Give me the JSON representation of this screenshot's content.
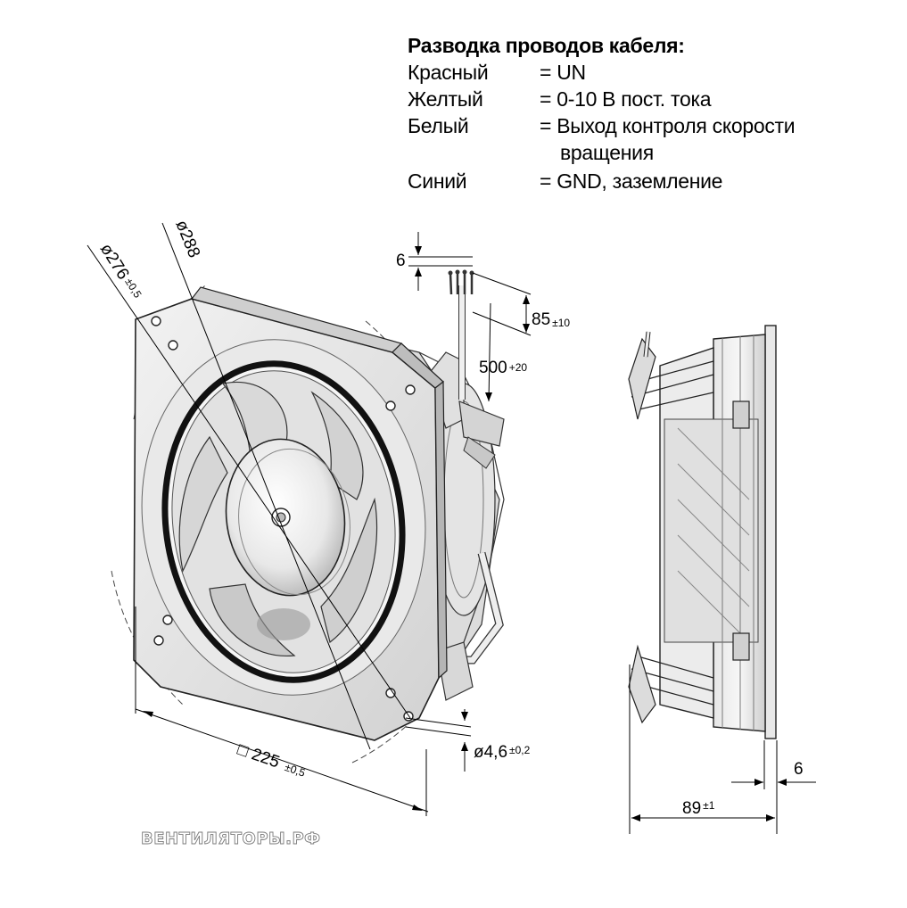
{
  "legend": {
    "title": "Разводка проводов кабеля:",
    "rows": [
      {
        "color": "Красный",
        "meaning": "= UN"
      },
      {
        "color": "Желтый",
        "meaning": "= 0-10 В пост. тока"
      },
      {
        "color": "Белый",
        "meaning": "= Выход контроля скорости",
        "continuation": "вращения"
      },
      {
        "color": "Синий",
        "meaning": "= GND, заземление"
      }
    ]
  },
  "dimensions": {
    "d276": "ø276",
    "d276_tol": "±0,5",
    "d288": "ø288",
    "square": "□ 225",
    "square_tol": "±0,5",
    "hole": "ø4,6",
    "hole_tol": "±0,2",
    "wire_spacing": "6",
    "lead_85": "85",
    "lead_85_tol": "±10",
    "cable_500": "500",
    "cable_500_tol": "+20",
    "depth": "89",
    "depth_tol": "±1",
    "flange": "6"
  },
  "watermark": "ВЕНТИЛЯТОРЫ.РФ"
}
